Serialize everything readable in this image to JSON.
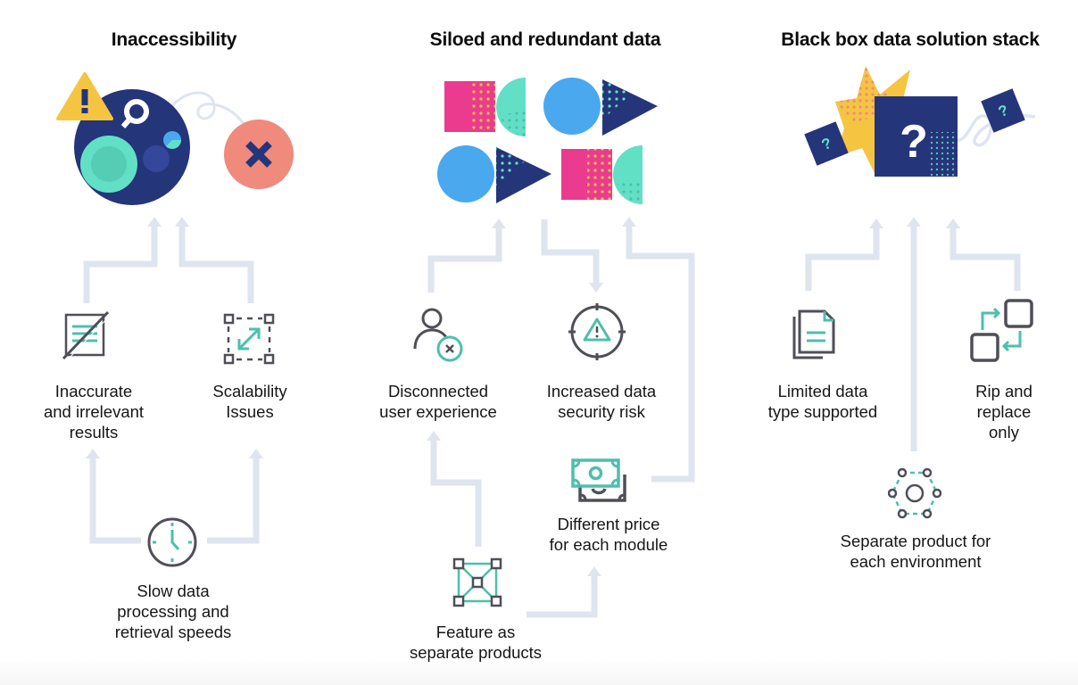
{
  "colors": {
    "connector": "#dfe5ee",
    "icon_dark": "#4f4f58",
    "icon_accent": "#4dbfac",
    "navy": "#25357a",
    "teal": "#62e0c6",
    "pink": "#ea3b8f",
    "blue": "#4aa8ef",
    "yellow": "#f5c542",
    "salmon": "#ef8a7d"
  },
  "columns": [
    {
      "title": "Inaccessibility",
      "illustration": "search-globe-with-warning-and-x",
      "items": [
        {
          "label": "Inaccurate\nand irrelevant\nresults",
          "icon": "strikethrough-document-icon"
        },
        {
          "label": "Scalability\nIssues",
          "icon": "resize-frame-icon"
        },
        {
          "label": "Slow data\nprocessing and\nretrieval speeds",
          "icon": "clock-icon"
        }
      ]
    },
    {
      "title": "Siloed and redundant data",
      "illustration": "scattered-geometric-shapes",
      "items": [
        {
          "label": "Disconnected\nuser experience",
          "icon": "user-x-icon"
        },
        {
          "label": "Increased data\nsecurity risk",
          "icon": "target-warning-icon"
        },
        {
          "label": "Different price\nfor each module",
          "icon": "money-bills-icon"
        },
        {
          "label": "Feature as\nseparate products",
          "icon": "nodes-network-icon"
        }
      ]
    },
    {
      "title": "Black box data solution stack",
      "illustration": "question-mark-boxes",
      "items": [
        {
          "label": "Limited data\ntype supported",
          "icon": "documents-icon"
        },
        {
          "label": "Rip and\nreplace only",
          "icon": "swap-boxes-icon"
        },
        {
          "label": "Separate product for\neach environment",
          "icon": "hexagon-nodes-icon"
        }
      ]
    }
  ]
}
